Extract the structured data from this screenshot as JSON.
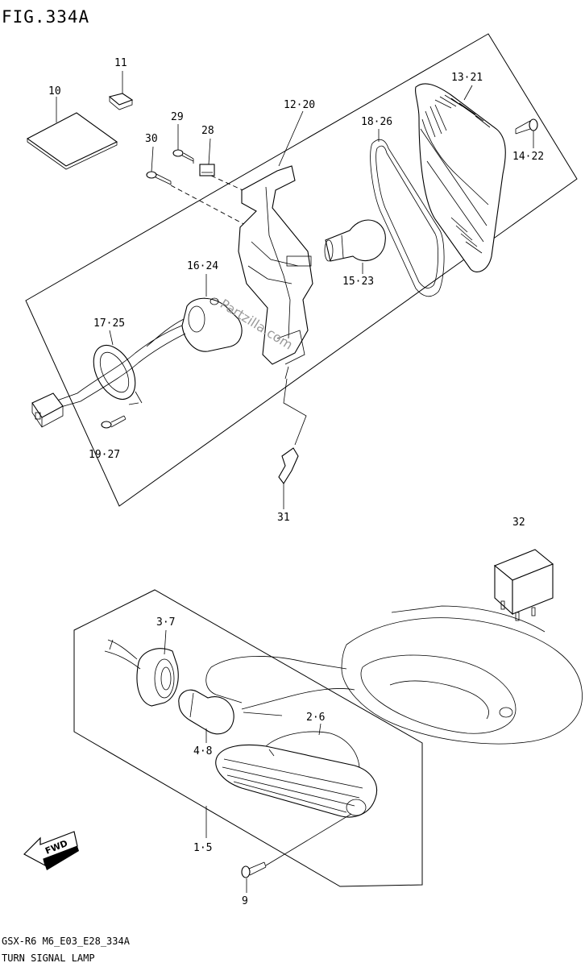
{
  "figure": {
    "title": "FIG.334A",
    "model_code": "GSX-R6 M6_E03_E28_334A",
    "caption": "TURN SIGNAL LAMP"
  },
  "watermark": "Partzilla.com",
  "fwd_label": "FWD",
  "callouts": {
    "c10": "10",
    "c11": "11",
    "c12_20": "12·20",
    "c13_21": "13·21",
    "c14_22": "14·22",
    "c15_23": "15·23",
    "c16_24": "16·24",
    "c17_25": "17·25",
    "c18_26": "18·26",
    "c19_27": "19·27",
    "c28": "28",
    "c29": "29",
    "c30": "30",
    "c31": "31",
    "c32": "32",
    "c3_7": "3·7",
    "c2_6": "2·6",
    "c4_8": "4·8",
    "c1_5": "1·5",
    "c9": "9"
  }
}
